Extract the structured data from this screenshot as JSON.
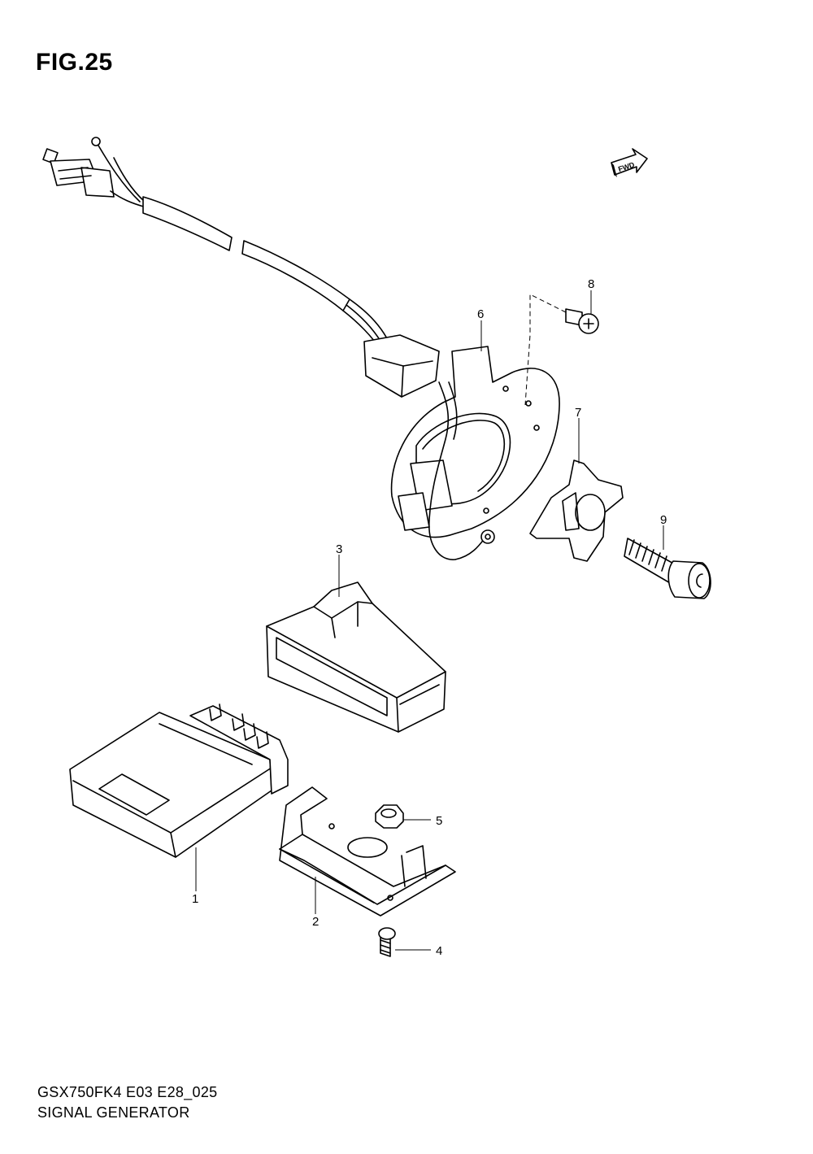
{
  "figure": {
    "title": "FIG.25",
    "model_code": "GSX750FK4 E03 E28_025",
    "name": "SIGNAL GENERATOR"
  },
  "direction_badge": {
    "label": "FWD"
  },
  "callouts": [
    "1",
    "2",
    "3",
    "4",
    "5",
    "6",
    "7",
    "8",
    "9"
  ]
}
